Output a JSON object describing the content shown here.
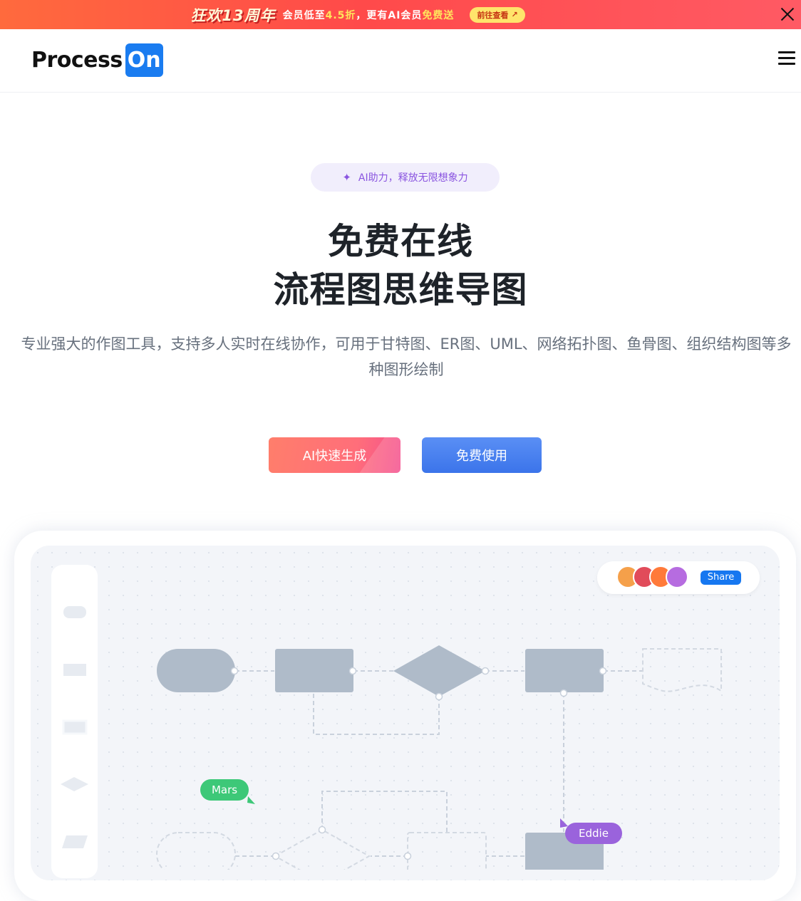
{
  "promo": {
    "title": "狂欢13周年",
    "text_prefix": "会员低至",
    "text_discount": "4.5折",
    "text_middle": "，更有AI会员",
    "text_free": "免费送",
    "cta": "前往查看",
    "cta_icon": "arrow-up-right-icon"
  },
  "nav": {
    "logo_text": "Process",
    "logo_box": "On",
    "brand_color": "#1a7cf0"
  },
  "hero": {
    "badge": "AI助力，释放无限想象力",
    "title_line1": "免费在线",
    "title_line2": "流程图思维导图",
    "subtitle": "专业强大的作图工具，支持多人实时在线协作，可用于甘特图、ER图、UML、网络拓扑图、鱼骨图、组织结构图等多种图形绘制",
    "btn_ai": "AI快速生成",
    "btn_free": "免费使用"
  },
  "demo": {
    "share_label": "Share",
    "cursor_mars": "Mars",
    "cursor_eddie": "Eddie",
    "colors": {
      "node": "#afbbc9",
      "mars": "#3dc878",
      "eddie": "#9a63dc",
      "share": "#1677f0"
    }
  }
}
